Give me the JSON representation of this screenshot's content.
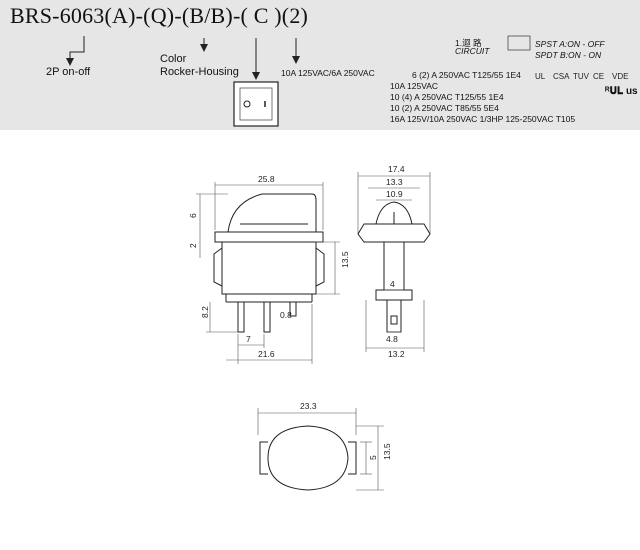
{
  "header": {
    "model": "BRS-6063(A)-(Q)-(B/B)-( C )(2)",
    "callouts": {
      "poles": "2P on-off",
      "color": "Color",
      "rocker_housing": "Rocker-Housing",
      "rating": "10A 125VAC/6A 250VAC"
    },
    "circuit": {
      "label_cn": "1.迴 路",
      "label_en": "CIRCUIT",
      "spst": "SPST  A:ON - OFF",
      "spdt": "SPDT  B:ON - ON"
    },
    "ratings": [
      "6 (2) A 250VAC T125/55 1E4",
      "10A  125VAC",
      "10 (4) A 250VAC T125/55 1E4",
      "10 (2) A 250VAC T85/55 5E4",
      "16A 125V/10A 250VAC 1/3HP 125-250VAC T105"
    ],
    "certs": [
      "UL",
      "CSA",
      "TUV",
      "CE",
      "VDE"
    ],
    "ul_mark": "ᴿ𝐔𝐋 us"
  },
  "dimensions": {
    "front": {
      "width": "25.8",
      "rocker_height": "6",
      "flange": "2",
      "body_height": "13.5",
      "pin_length": "8.2",
      "pin_width": "0.8",
      "pin_pitch": "7",
      "bottom_width": "21.6"
    },
    "side": {
      "overall": "17.4",
      "flange": "13.3",
      "rocker": "10.9",
      "tab_width": "4",
      "tab_height": "4.8",
      "body_width": "13.2"
    },
    "top": {
      "length": "23.3",
      "inner": "5",
      "height": "13.5"
    }
  }
}
